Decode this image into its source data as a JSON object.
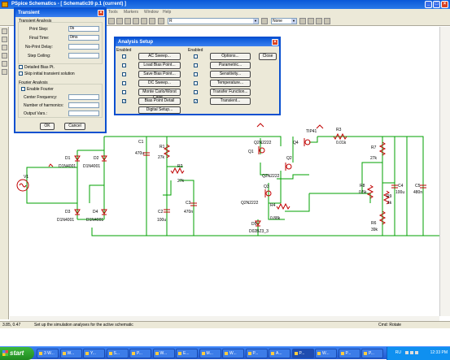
{
  "window": {
    "title": "PSpice Schematics - [ Schematic39  p.1 (current) ]"
  },
  "menu": [
    "Tools",
    "Markers",
    "Window",
    "Help"
  ],
  "toolbar": {
    "part_combo": "R",
    "none_combo": "None"
  },
  "transient": {
    "title": "Transient",
    "analysis_label": "Transient Analysis",
    "print_step_label": "Print Step:",
    "print_step": "0s",
    "final_time_label": "Final Time:",
    "final_time": "0ms",
    "no_print_delay_label": "No-Print Delay:",
    "no_print_delay": "",
    "step_ceiling_label": "Step Ceiling:",
    "step_ceiling": "",
    "detailed_bias": "Detailed Bias Pt.",
    "skip_initial": "Skip initial transient solution",
    "fourier_label": "Fourier Analysis",
    "enable_fourier": "Enable Fourier",
    "center_freq_label": "Center Frequency:",
    "harmonics_label": "Number of harmonics:",
    "output_vars_label": "Output Vars.:",
    "ok": "OK",
    "cancel": "Cancel"
  },
  "setup": {
    "title": "Analysis Setup",
    "enabled_left": "Enabled",
    "enabled_right": "Enabled",
    "close": "Close",
    "left_buttons": [
      "AC Sweep...",
      "Load Bias Point...",
      "Save Bias Point...",
      "DC Sweep...",
      "Monte Carlo/Worst Case...",
      "Bias Point Detail",
      "Digital Setup..."
    ],
    "right_buttons": [
      "Options...",
      "Parametric...",
      "Sensitivity...",
      "Temperature...",
      "Transfer Function...",
      "Transient..."
    ],
    "left_checked": [
      false,
      false,
      false,
      false,
      false,
      true
    ],
    "right_checked": [
      false,
      false,
      false,
      false,
      false,
      true
    ]
  },
  "schematic": {
    "labels": {
      "V1": "V1",
      "D1": "D1",
      "D1v": "D1N4001",
      "D2": "D2",
      "D2v": "D1N4001",
      "D3": "D3",
      "D3v": "D1N4001",
      "D4": "D4",
      "D4v": "D1N4001",
      "C1": "C1",
      "C1v": "470u",
      "R1": "R1",
      "R1v": "27k",
      "R2": "R2",
      "R2v": "27k",
      "C2": "C2",
      "C2v": "100u",
      "C3": "C3",
      "C3v": "470n",
      "Q1": "Q1",
      "Q1v": "Q2N2222",
      "Q2": "Q2",
      "Q2v": "Q2N2222",
      "Q3": "Q3",
      "Q3v": "Q2N2222",
      "Q4": "Q4",
      "Q4v": "TIP41",
      "R3": "R3",
      "R3v": "0.01k",
      "R4": "R4",
      "R4v": "0.88k",
      "D5": "D5",
      "D5v": "D02BZ3_3",
      "R7": "R7",
      "R7v": "27k",
      "R8": "R8",
      "R8v": "0.5k",
      "R9": "R9",
      "R9v": "1k",
      "R6": "R6",
      "R6v": "39k",
      "C4": "C4",
      "C4v": "100u",
      "C5": "C5",
      "C5v": "480n"
    }
  },
  "status": {
    "coords": "3.85, 0.47",
    "message": "Set up the simulation analyses for the active schematic",
    "cmd": "Cmd: Rotate"
  },
  "taskbar": {
    "start": "start",
    "tasks": [
      "3 W...",
      "W...",
      "Y...",
      "S...",
      "P...",
      "W...",
      "E...",
      "M...",
      "W...",
      "P...",
      "A...",
      "P...",
      "W...",
      "P...",
      "P..."
    ],
    "clock": "12:33 PM",
    "lang": "RU"
  }
}
